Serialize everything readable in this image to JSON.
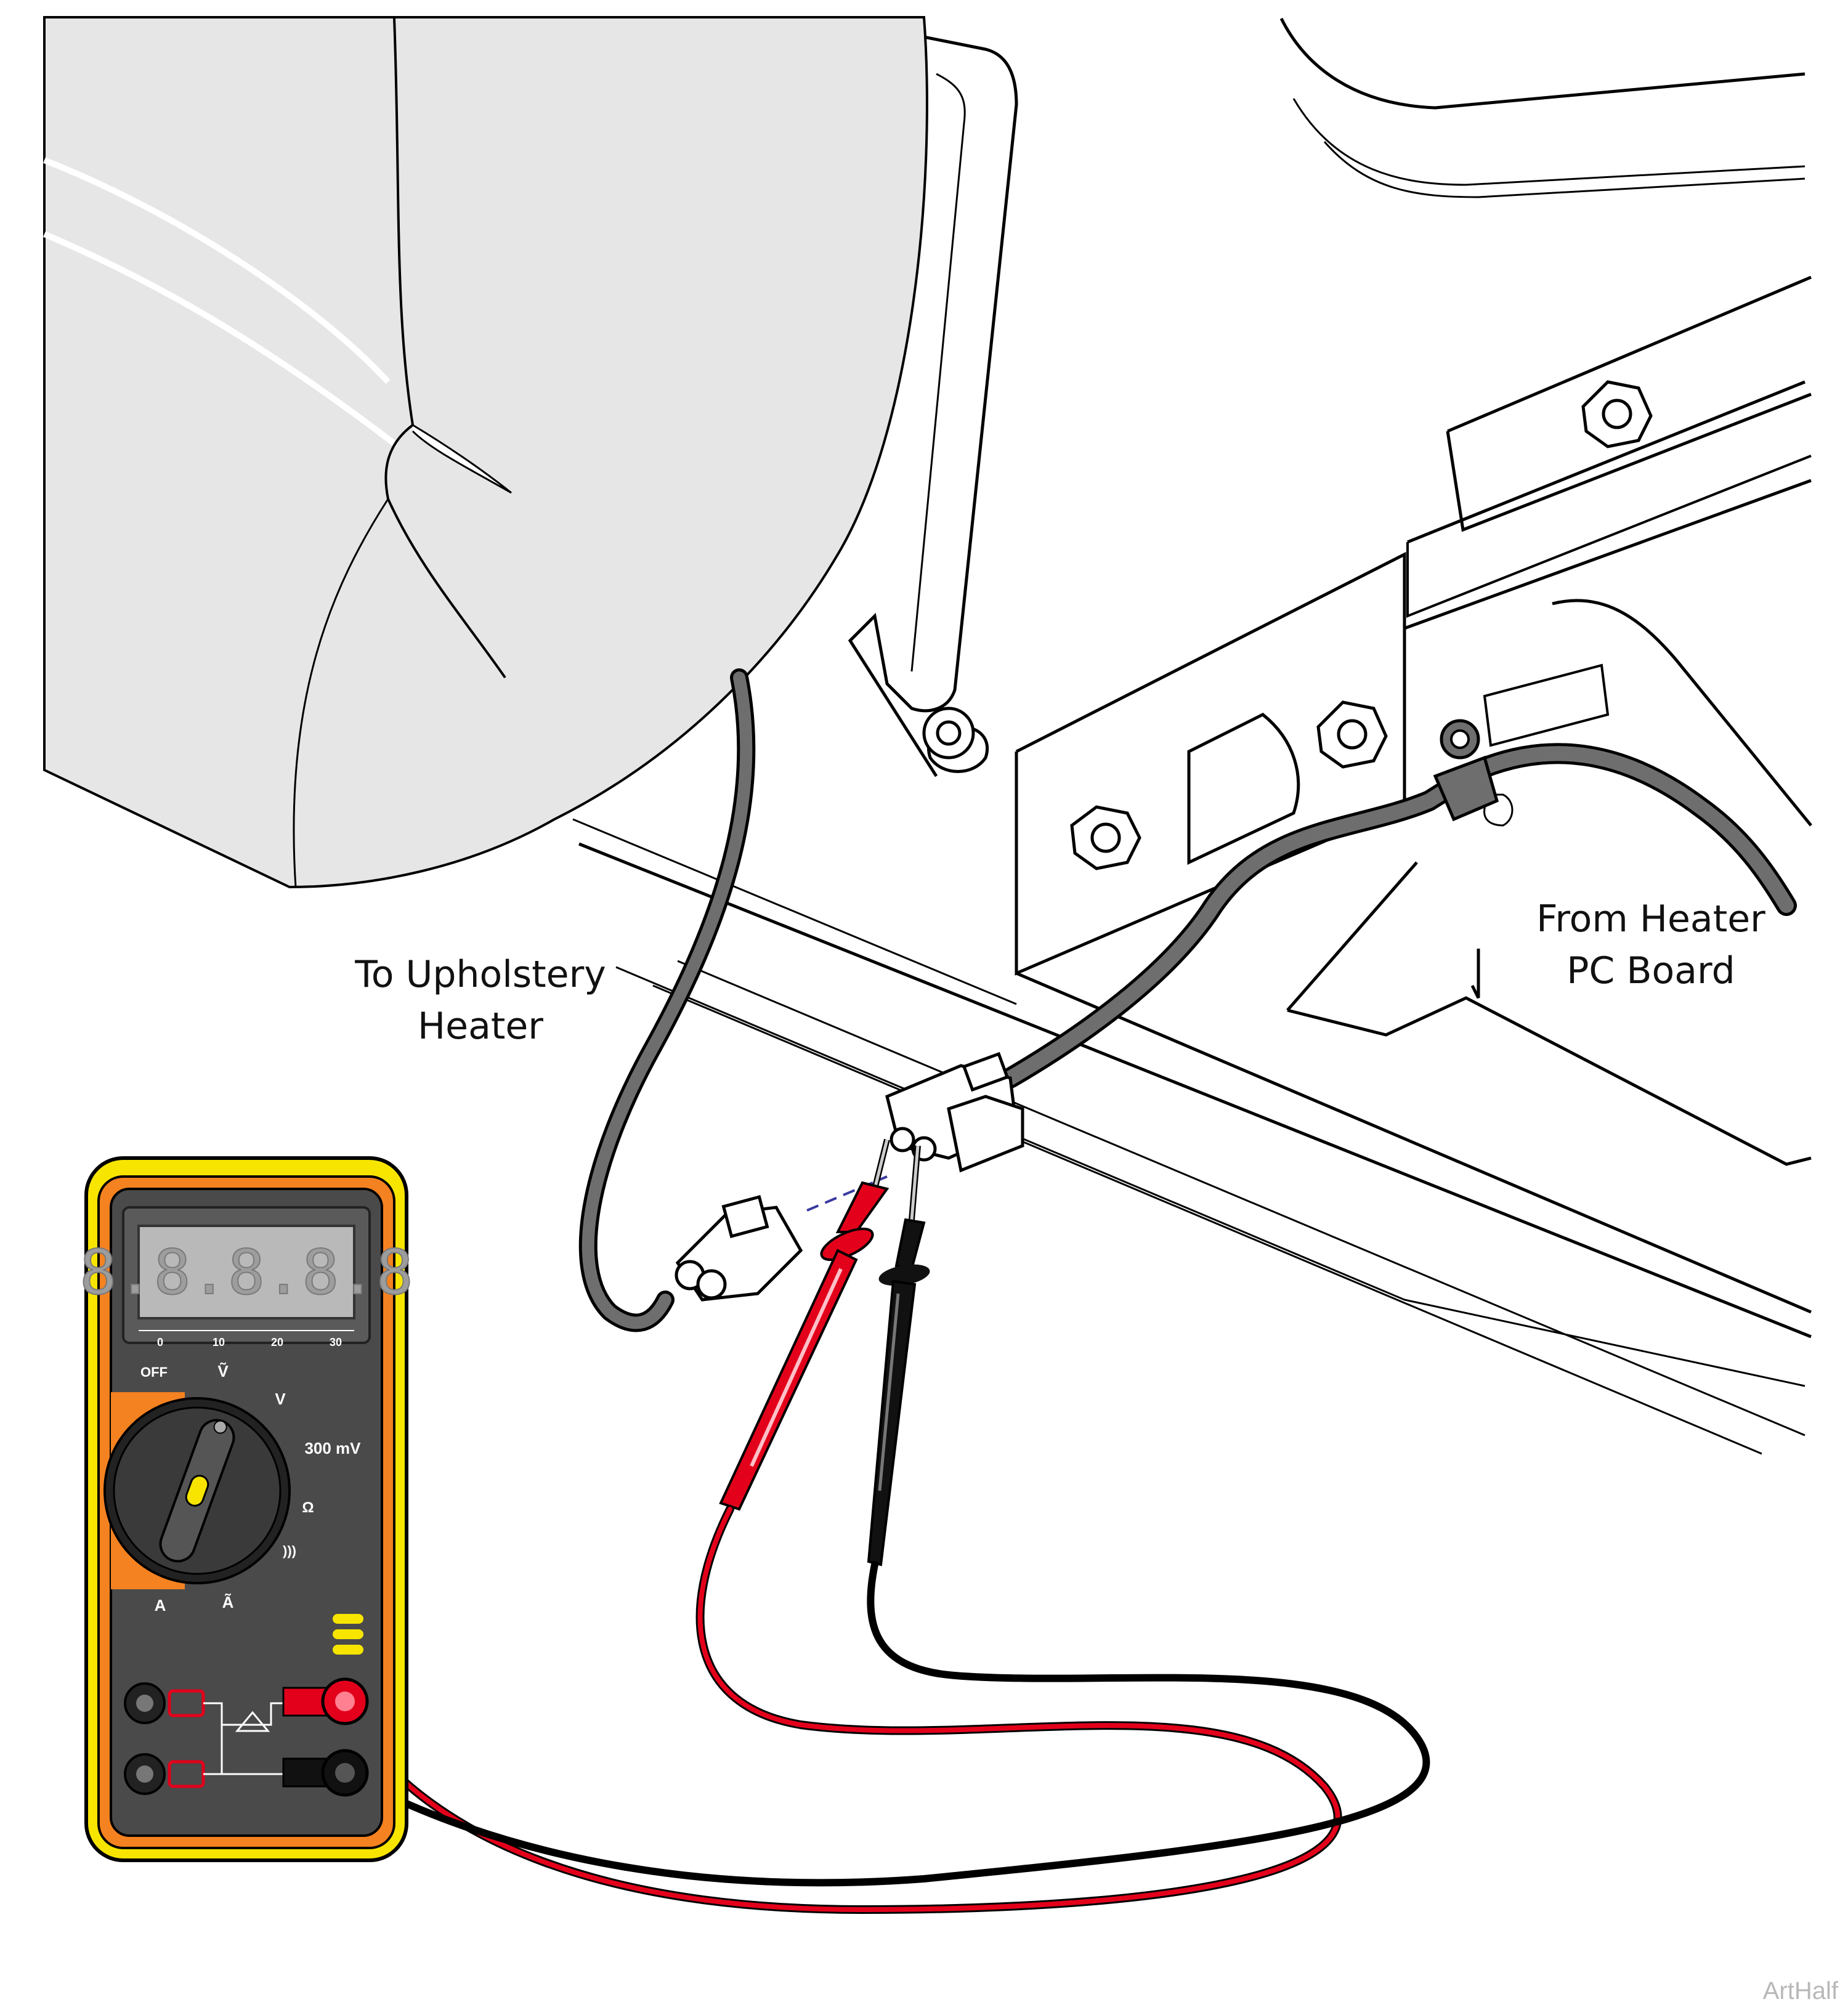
{
  "callouts": {
    "upholstery": {
      "line1": "To Upholstery",
      "line2": "Heater"
    },
    "pc_board": {
      "line1": "From Heater",
      "line2": "PC Board"
    }
  },
  "multimeter": {
    "display": "8.8.8.8.8",
    "scale": [
      "0",
      "10",
      "20",
      "30"
    ],
    "dial": {
      "off": "OFF",
      "vac": "Ṽ",
      "vdc": "V",
      "mv": "300 mV",
      "ohm": "Ω",
      "sound": ")))",
      "adc": "A",
      "aac": "Ã"
    },
    "colors": {
      "body": "#f7e500",
      "bezel": "#f58220",
      "panel": "#4a4a4a",
      "red_lead": "#e3001b",
      "black_lead": "#111111"
    }
  },
  "watermark": "ArtHalf"
}
